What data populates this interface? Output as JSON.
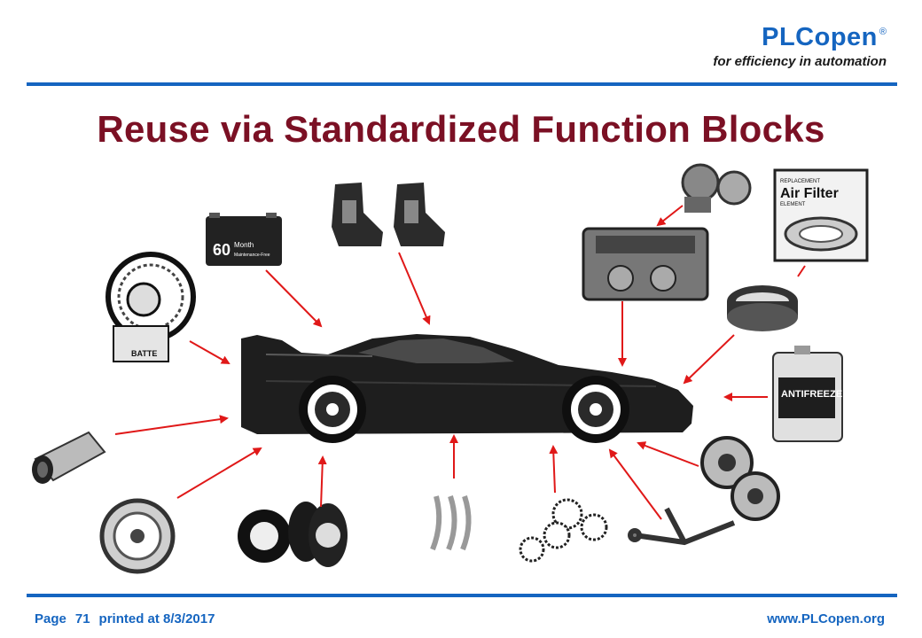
{
  "header": {
    "brand": "PLCopen",
    "registered": "®",
    "tagline": "for efficiency in automation"
  },
  "slide": {
    "title": "Reuse via Standardized Function Blocks"
  },
  "labels": {
    "battery_number": "60",
    "battery_word1": "Month",
    "battery_word2": "Maintenance-Free",
    "filter_small": "REPLACEMENT",
    "filter_big": "Air Filter",
    "filter_small2": "ELEMENT",
    "antifreeze": "ANTIFREEZE",
    "bin_label": "BATTE"
  },
  "footer": {
    "page_label": "Page",
    "page_number": "71",
    "printed_label": "printed at 8/3/2017",
    "url": "www.PLCopen.org"
  },
  "colors": {
    "brand_blue": "#1565c0",
    "title_red": "#7b1024",
    "arrow_red": "#e01818"
  }
}
